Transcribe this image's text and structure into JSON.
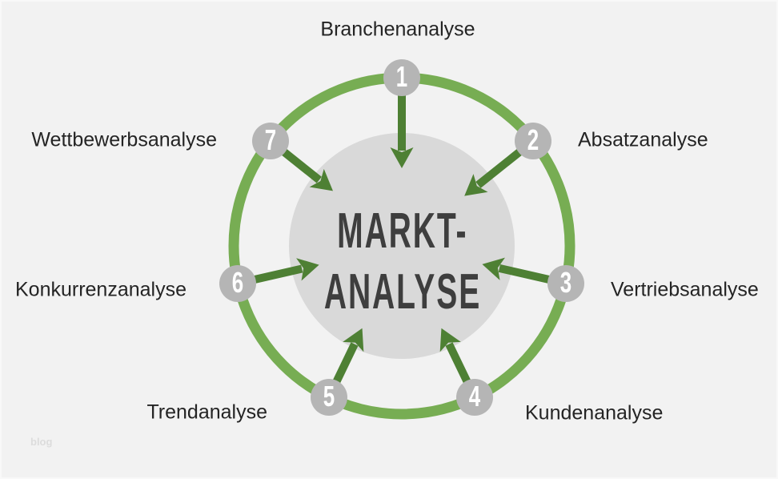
{
  "diagram": {
    "center_title": [
      "MARKT-",
      "ANALYSE"
    ],
    "items": [
      {
        "number": "1",
        "label": "Branchenanalyse"
      },
      {
        "number": "2",
        "label": "Absatzanalyse"
      },
      {
        "number": "3",
        "label": "Vertriebsanalyse"
      },
      {
        "number": "4",
        "label": "Kundenanalyse"
      },
      {
        "number": "5",
        "label": "Trendanalyse"
      },
      {
        "number": "6",
        "label": "Konkurrenzanalyse"
      },
      {
        "number": "7",
        "label": "Wettbewerbsanalyse"
      }
    ]
  },
  "watermark": "blog",
  "colors": {
    "background": "#f2f2f2",
    "ring_green": "#77ad53",
    "arrow_green": "#4e8034",
    "node_gray": "#b5b5b5",
    "node_number": "#ffffff",
    "center_circle": "#d9d9d9",
    "center_text": "#3e3e3e",
    "label_text": "#242424"
  }
}
